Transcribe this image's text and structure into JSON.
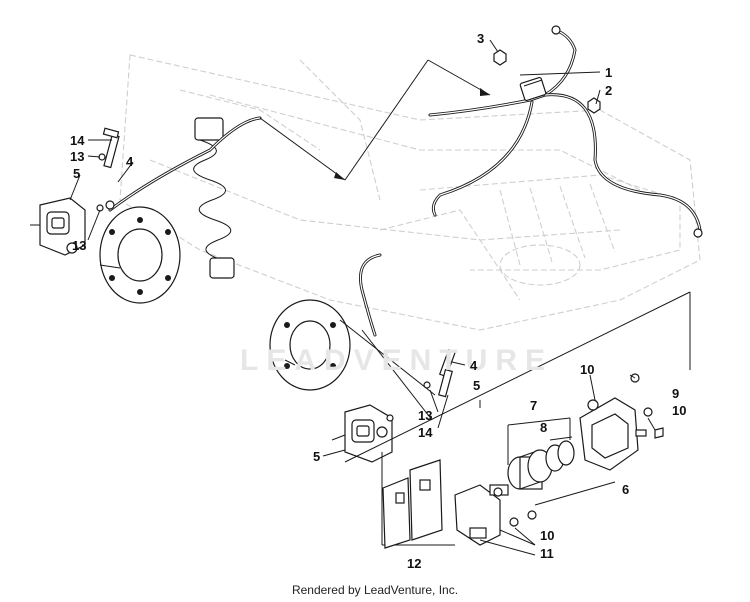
{
  "watermark": "LEADVENTURE",
  "footer": "Rendered by LeadVenture, Inc.",
  "callouts": {
    "c1": "1",
    "c2": "2",
    "c3": "3",
    "c4a": "4",
    "c4b": "4",
    "c5a": "5",
    "c5b": "5",
    "c5c": "5",
    "c6": "6",
    "c7": "7",
    "c8": "8",
    "c9": "9",
    "c10a": "10",
    "c10b": "10",
    "c10c": "10",
    "c11": "11",
    "c12": "12",
    "c13a": "13",
    "c13b": "13",
    "c13c": "13",
    "c14a": "14",
    "c14b": "14"
  }
}
